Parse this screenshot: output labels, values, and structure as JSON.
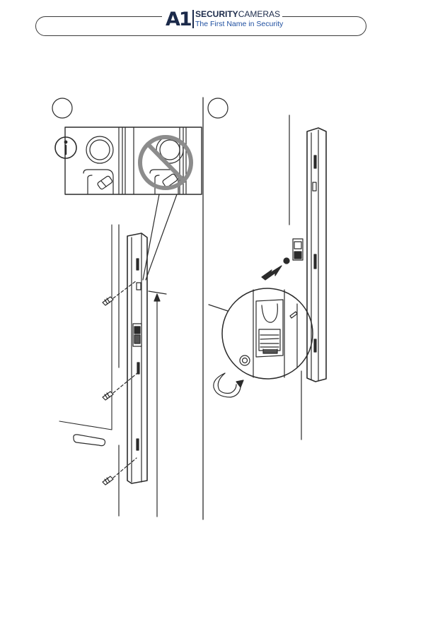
{
  "header": {
    "logo_mark": "A1",
    "brand_bold": "SECURITY",
    "brand_light": "CAMERAS",
    "tagline": "The First Name in Security",
    "brand_color": "#1b2a4a",
    "tagline_color": "#1f4fa0"
  },
  "figure": {
    "steps": [
      {
        "marker": "step-1-circle",
        "content": "mounting bar to door frame with screws; info inset comparing correct and prohibited cable position"
      },
      {
        "marker": "step-2-circle",
        "content": "inserting and tightening connector into bar; detail callout with rotation arrow"
      }
    ],
    "icons": [
      "info-icon",
      "prohibited-icon",
      "rotate-arrow-icon",
      "insert-arrow-icon",
      "screw-icon"
    ]
  }
}
